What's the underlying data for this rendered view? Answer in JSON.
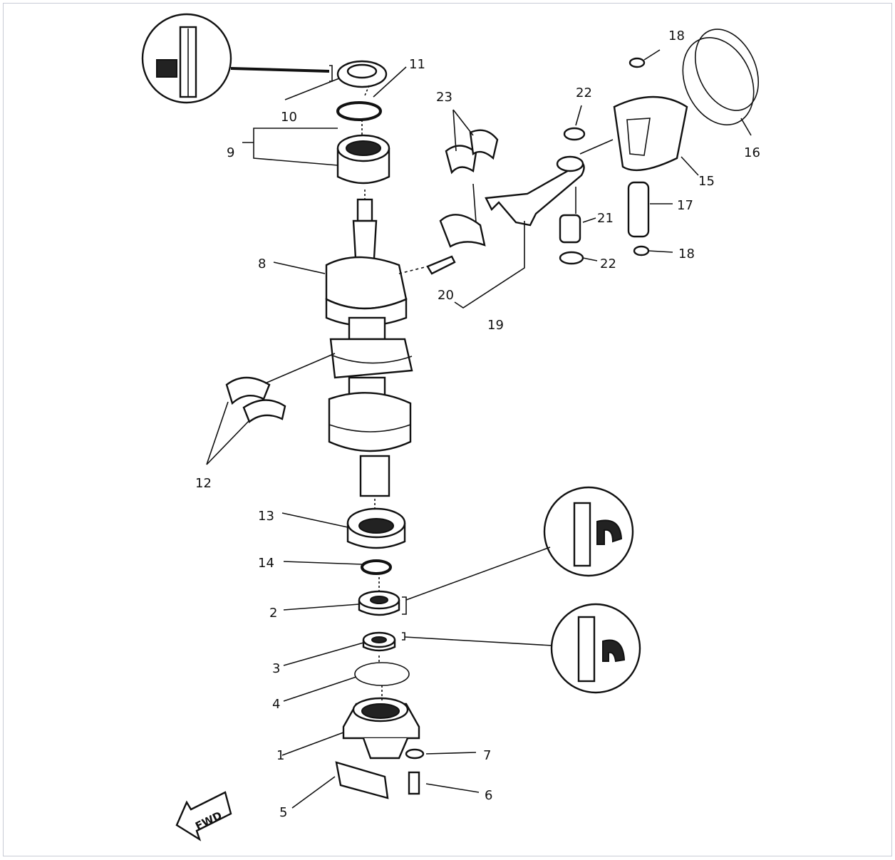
{
  "diagram": {
    "labels": [
      "1",
      "2",
      "3",
      "4",
      "5",
      "6",
      "7",
      "8",
      "9",
      "10",
      "11",
      "12",
      "13",
      "14",
      "15",
      "16",
      "17",
      "18",
      "18",
      "19",
      "20",
      "21",
      "22",
      "22",
      "23"
    ],
    "fwd_label": "FWD",
    "colors": {
      "ink": "#111111",
      "frame": "#c9ccd6"
    }
  }
}
